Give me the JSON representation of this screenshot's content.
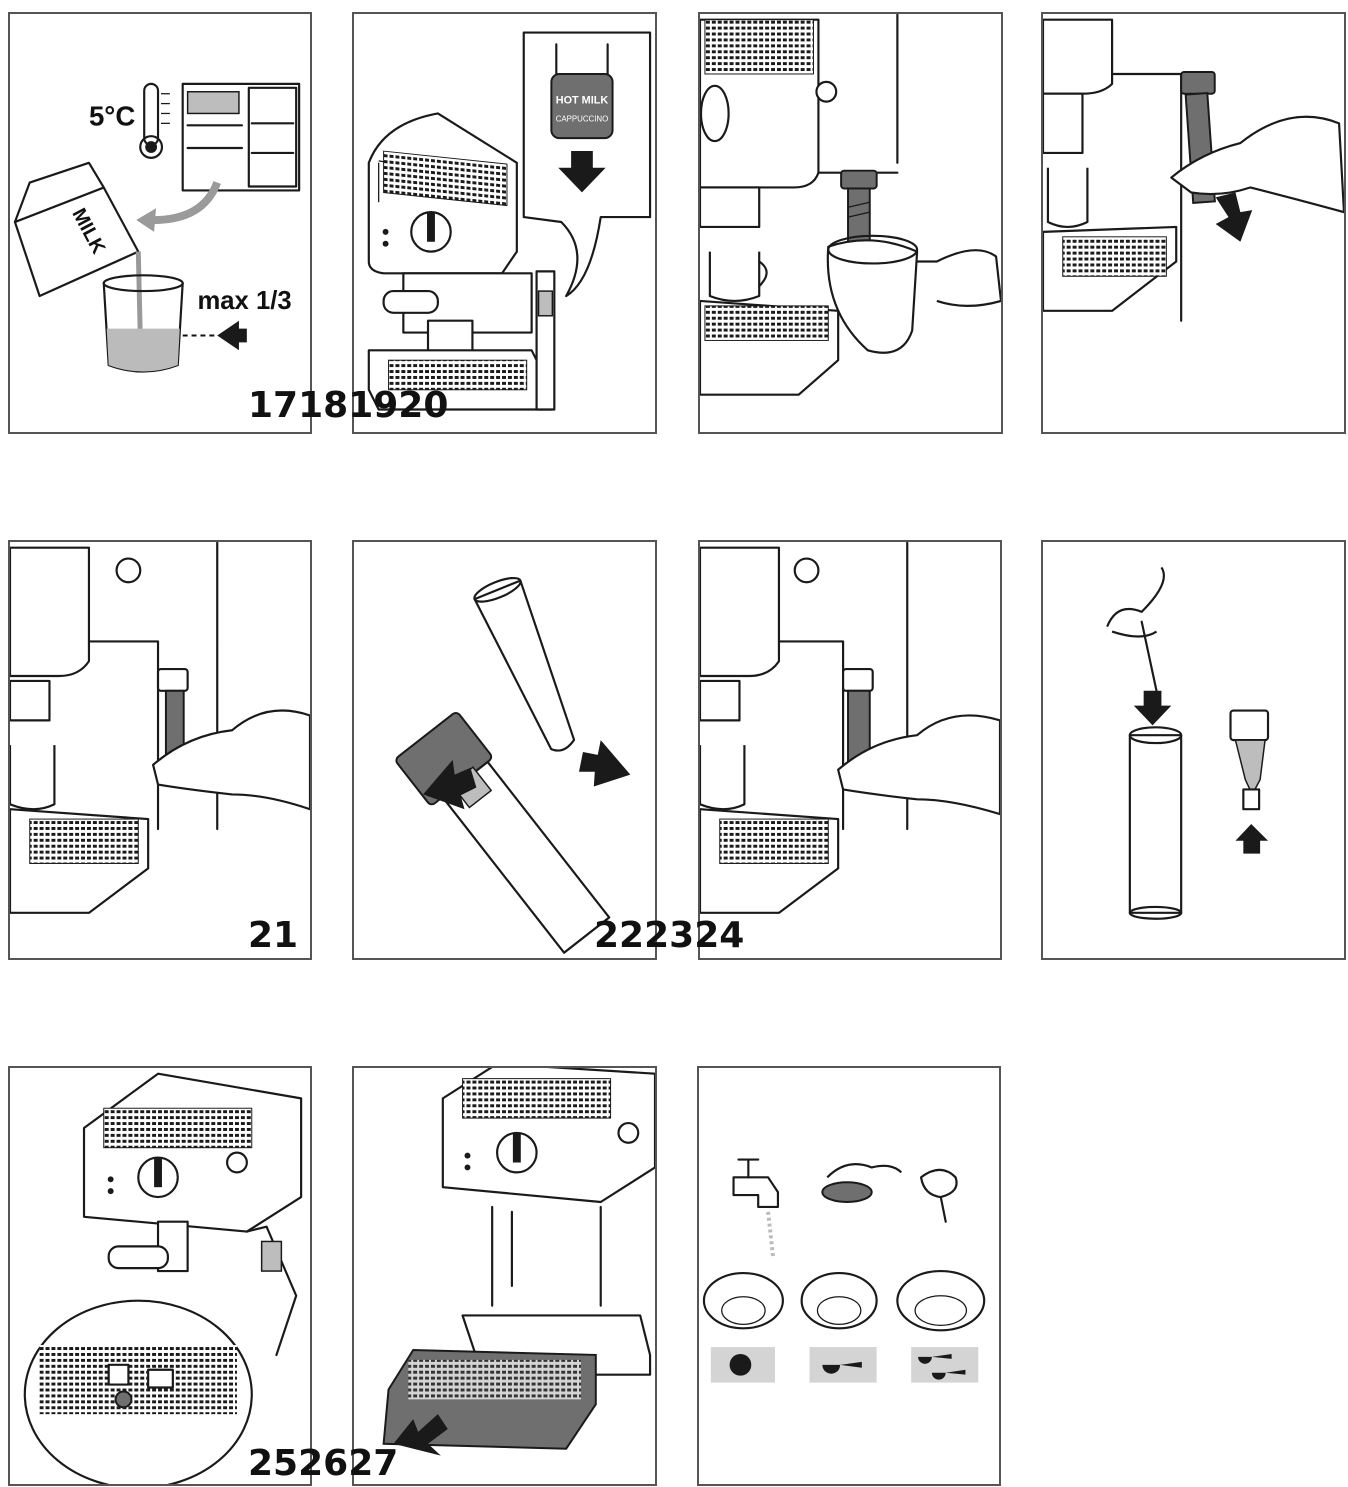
{
  "labels": {
    "temperature": "5°C",
    "milk_carton": "MILK",
    "max_fill": "max 1/3",
    "dial_top": "HOT MILK",
    "dial_bottom": "CAPPUCCINO"
  },
  "step_numbers": {
    "row1": "17181920",
    "row2_left": "21",
    "row2_mid": "222324",
    "row3": "252627"
  },
  "colors": {
    "line": "#1a1a1a",
    "grey_fill": "#6f6f6f",
    "panel_border": "#555555"
  }
}
